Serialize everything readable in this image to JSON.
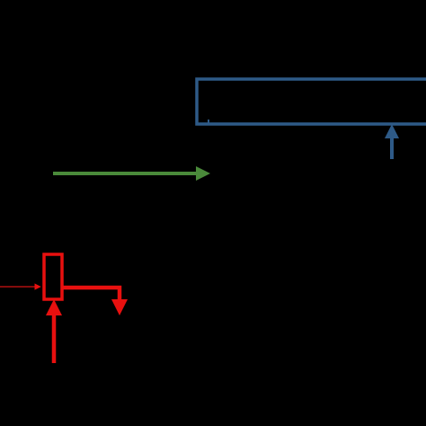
{
  "colors": {
    "background": "#000000",
    "blue": "#2e5a87",
    "green": "#4a8a3a",
    "red": "#e8100f",
    "dark_red": "#a01010"
  },
  "elements": {
    "blue_box": "rectangle",
    "blue_arrow": "up-arrow",
    "green_arrow": "right-arrow",
    "red_box": "rectangle",
    "red_input_arrow": "right-arrow",
    "red_bottom_arrow": "up-arrow",
    "red_output_arrow": "down-arrow"
  }
}
